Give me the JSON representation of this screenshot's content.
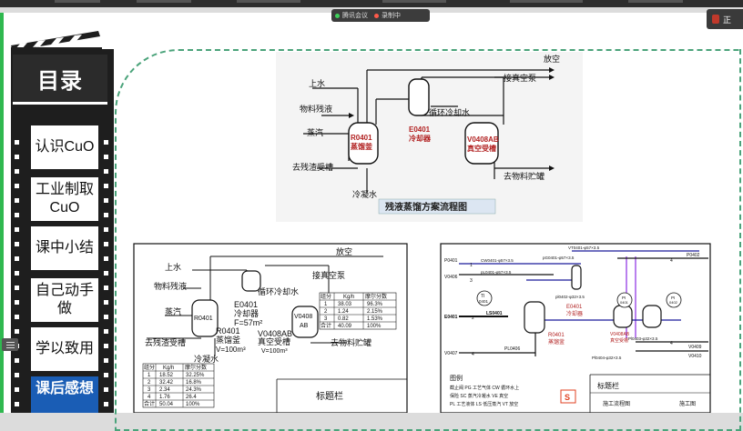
{
  "meeting": {
    "app_name": "腾讯会议",
    "recording": "录制中"
  },
  "user": {
    "name_fragment": "正"
  },
  "menu": {
    "title": "目录",
    "items": [
      {
        "label": "认识CuO",
        "active": false
      },
      {
        "label": "工业制取CuO",
        "active": false
      },
      {
        "label": "课中小结",
        "active": false
      },
      {
        "label": "自己动手做",
        "active": false
      },
      {
        "label": "学以致用",
        "active": false
      },
      {
        "label": "课后感想",
        "active": true
      }
    ]
  },
  "diagram_top": {
    "caption": "残液蒸馏方案流程图",
    "labels": {
      "vent": "放空",
      "vacuum_pump": "接真空泵",
      "water_in": "上水",
      "feed": "物料残液",
      "cooling_water": "循环冷却水",
      "steam": "蒸汽",
      "residue_tank": "去残渣受槽",
      "condensate": "冷凝水",
      "product_tank": "去物料贮罐",
      "r0401": "R0401",
      "r0401_name": "蒸馏釜",
      "e0401": "E0401",
      "e0401_name": "冷却器",
      "v0408": "V0408AB",
      "v0408_name": "真空受槽"
    }
  },
  "diagram_bl": {
    "title_block": "标题栏",
    "labels": {
      "vent": "放空",
      "water_in": "上水",
      "feed": "物料残液",
      "vacuum_pump": "接真空泵",
      "cooling_water": "循环冷却水",
      "e0401": "E0401",
      "e0401_name": "冷却器",
      "area": "F=57m²",
      "steam": "蒸汽",
      "r0401": "R0401",
      "v0408": "V0408",
      "ab": "AB",
      "residue_tank": "去残渣受槽",
      "r0401b": "R0401",
      "r0401_name": "蒸馏釜",
      "vol1": "V=100m³",
      "v0408ab": "V0408AB",
      "v0408_name": "真空受槽",
      "vol2": "V=100m³",
      "condensate": "冷凝水",
      "product_tank": "去物料贮罐"
    },
    "table_right": {
      "headers": [
        "组分",
        "Kg/h",
        "摩尔分数"
      ],
      "rows": [
        [
          "1",
          "38.03",
          "96.3%"
        ],
        [
          "2",
          "1.24",
          "2.15%"
        ],
        [
          "3",
          "0.82",
          "1.53%"
        ],
        [
          "合计",
          "40.09",
          "100%"
        ]
      ]
    },
    "table_left": {
      "headers": [
        "组分",
        "Kg/h",
        "摩尔分数"
      ],
      "rows": [
        [
          "1",
          "18.52",
          "32.25%"
        ],
        [
          "2",
          "32.42",
          "16.8%"
        ],
        [
          "3",
          "2.34",
          "24.3%"
        ],
        [
          "4",
          "1.76",
          "26.4"
        ],
        [
          "合计",
          "50.04",
          "100%"
        ]
      ]
    }
  },
  "diagram_br": {
    "labels": {
      "p0401a": "P0401",
      "v0406": "V0406",
      "e0401": "E0401",
      "v0407": "V0407",
      "ti": "TI",
      "ti_no": "0401",
      "ls0401": "LS0401",
      "cw0401": "CW0401-φ57×3.5",
      "pg0401": "pG0401-φ57×3.5",
      "vt0401": "VT0401-φ57×3.5",
      "pl0401": "pL0401-φ57×3.5",
      "pl0402": "pl0402-φ32×3.5",
      "p0402": "P0402",
      "pl0406": "PL0406",
      "r0401": "R0401",
      "r0401_name": "蒸馏釜",
      "e0401b": "E0401",
      "e0401_name": "冷却器",
      "v0408ab": "V0408AB",
      "v0408_name": "真空受槽",
      "pi1": "PI",
      "pi1_no": "0401",
      "pi2": "PI",
      "pi2_no": "0402",
      "pl0403": "Pl0403-φ32×3.5",
      "pl0404": "Pl0404-φ32×3.5",
      "v0409": "V0409",
      "v0410": "V0410",
      "num1": "1",
      "num2": "2",
      "num3": "3",
      "num4a": "4",
      "num4b": "4",
      "num4c": "4"
    },
    "legend": {
      "title": "图例",
      "row1": "截止阀  PG 工艺气体  CW 循环水上",
      "row2": "保险  SC 蒸汽冷凝水 VE 真空",
      "row3": "PL 工艺液体  LS 低压蒸汽   VT 放空",
      "badge": "S"
    },
    "title_block": "标题栏",
    "footer_left": "施工流程图",
    "footer_right": "施工图"
  }
}
